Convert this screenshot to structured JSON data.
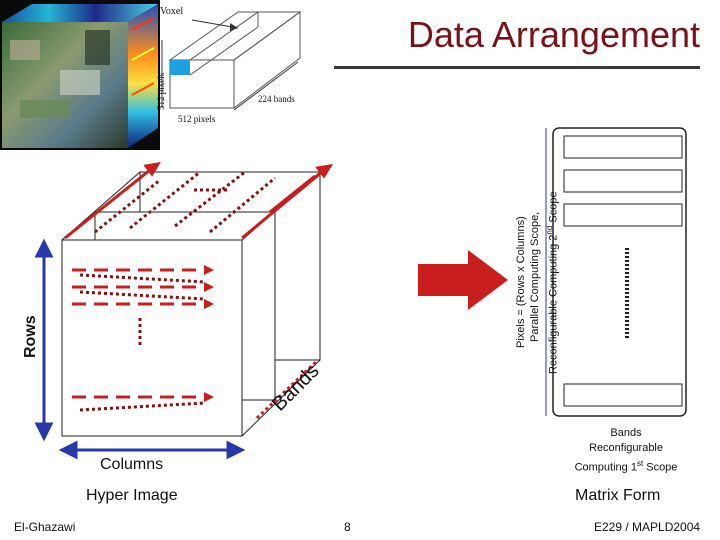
{
  "slide": {
    "title": "Data Arrangement",
    "colors": {
      "title": "#7a1018",
      "arrow_red": "#c81e1e",
      "axis_blue": "#2838a8"
    }
  },
  "cube_inset": {
    "voxel_label": "Voxel",
    "height_label": "512 pixels",
    "depth_label": "224 bands",
    "width_label": "512 pixels"
  },
  "hyper_image": {
    "rows_label": "Rows",
    "columns_label": "Columns",
    "bands_label": "Bands",
    "caption": "Hyper Image"
  },
  "transform": {
    "line1": "Pixels = (Rows x Columns)",
    "line2": "Parallel Computing Scope,",
    "line3_pre": "Reconfigurable Computing 2",
    "line3_sup": "nd",
    "line3_post": " Scope"
  },
  "matrix": {
    "bands_line1": "Bands",
    "bands_line2": "Reconfigurable",
    "bands_line3_pre": "Computing 1",
    "bands_line3_sup": "st",
    "bands_line3_post": " Scope",
    "caption": "Matrix Form"
  },
  "footer": {
    "author": "El-Ghazawi",
    "page": "8",
    "course": "E229 / MAPLD2004"
  }
}
